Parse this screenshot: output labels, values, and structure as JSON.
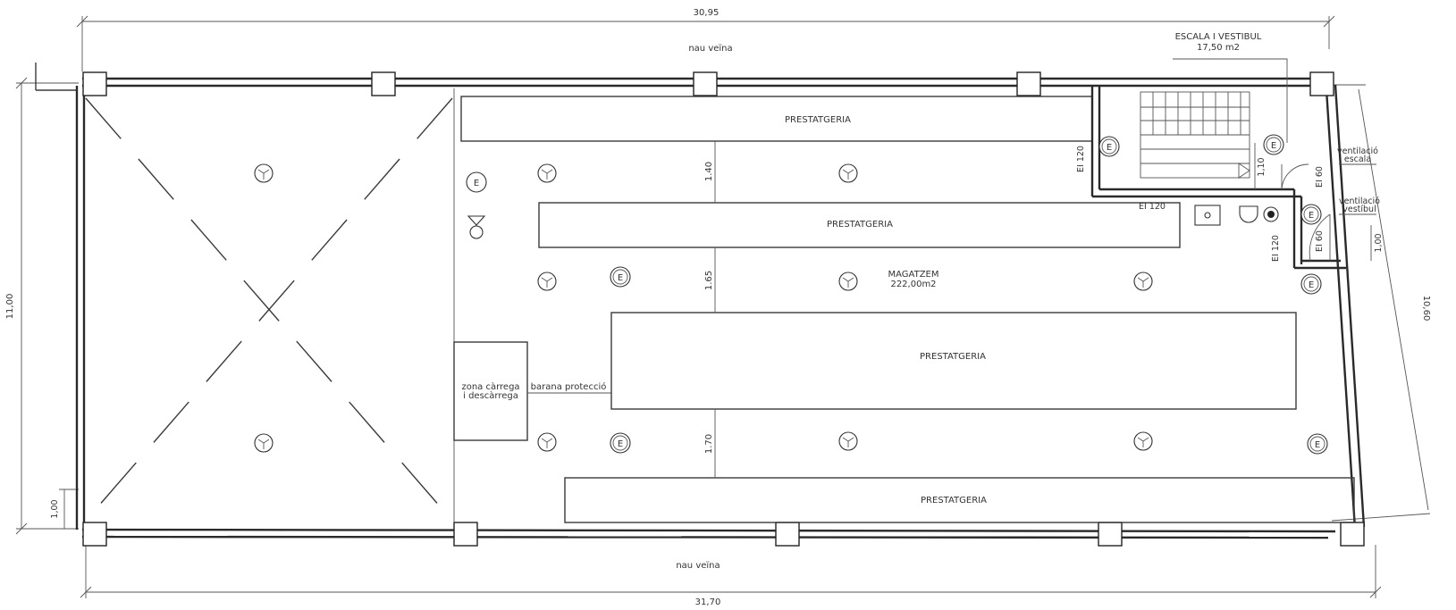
{
  "dimensions": {
    "top_total": "30,95",
    "bottom_total": "31,70",
    "left_height": "11,00",
    "right_height": "10,60",
    "left_small": "1,00",
    "right_small": "1,00",
    "aisle_1": "1.40",
    "aisle_2": "1.65",
    "aisle_3": "1.70",
    "stair_width": "1,10"
  },
  "neighbors": {
    "top": "nau veïna",
    "bottom": "nau veïna"
  },
  "rooms": {
    "stair_label": "ESCALA I VESTIBUL",
    "stair_area": "17,50 m2",
    "store_label": "MAGATZEM",
    "store_area": "222,00m2",
    "loading_line1": "zona càrrega",
    "loading_line2": "i descàrrega",
    "railing": "barana protecció"
  },
  "shelves": {
    "s1": "PRESTATGERIA",
    "s2": "PRESTATGERIA",
    "s3": "PRESTATGERIA",
    "s4": "PRESTATGERIA"
  },
  "fire_ratings": {
    "ei120_a": "EI 120",
    "ei120_b": "EI 120",
    "ei120_c": "EI 120",
    "ei60_a": "EI 60",
    "ei60_b": "EI 60"
  },
  "ventilation": {
    "stair_line1": "ventilació",
    "stair_line2": "escala",
    "hall_line1": "ventilació",
    "hall_line2": "vestíbul"
  },
  "extinguisher_letter": "E"
}
